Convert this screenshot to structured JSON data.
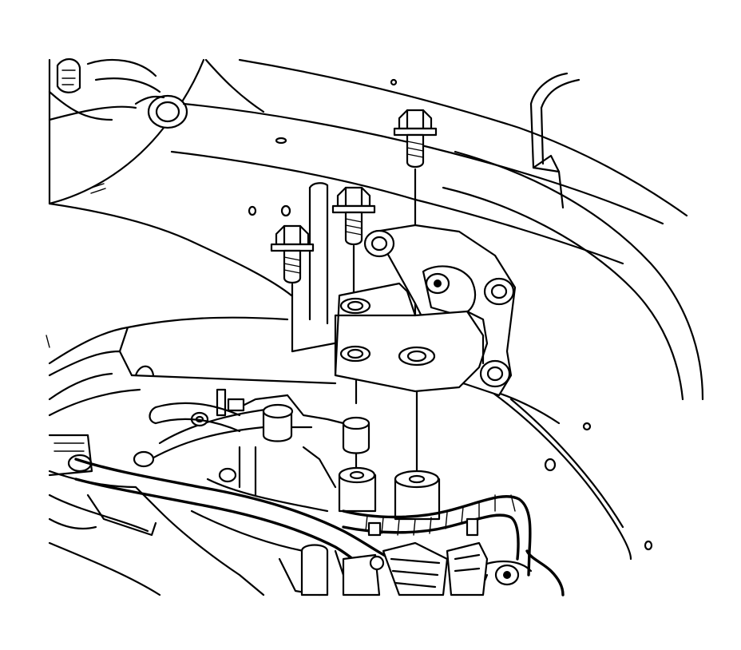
{
  "diagram": {
    "kind": "exploded-assembly-line-drawing",
    "subject_parts": [
      "bracket",
      "bolt",
      "bolt",
      "bolt",
      "stud",
      "hose",
      "wiring-harness"
    ],
    "colors": {
      "ink": "#000000",
      "paper": "#ffffff"
    }
  }
}
